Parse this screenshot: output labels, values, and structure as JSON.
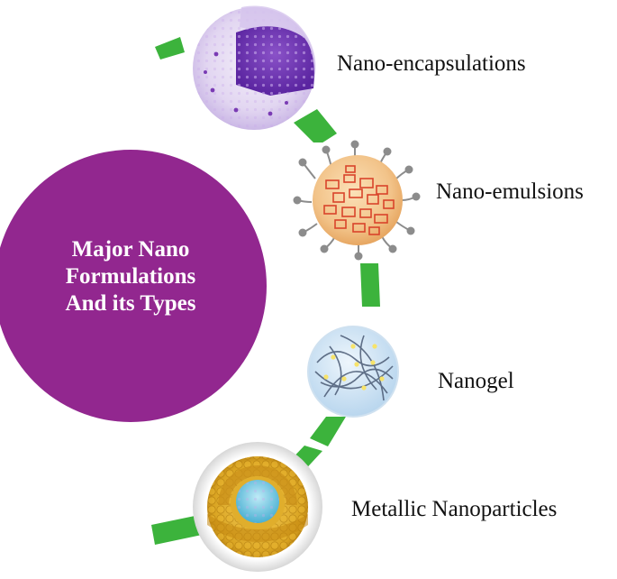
{
  "center": {
    "lines": [
      "Major Nano",
      "Formulations",
      "And its Types"
    ],
    "color": "#92278f"
  },
  "types": [
    {
      "label": "Nano-encapsulations",
      "icon": "lipid-nanoparticle-icon"
    },
    {
      "label": "Nano-emulsions",
      "icon": "emulsion-droplet-icon"
    },
    {
      "label": "Nanogel",
      "icon": "nanogel-network-icon"
    },
    {
      "label": "Metallic Nanoparticles",
      "icon": "liposome-cross-section-icon"
    }
  ],
  "connector_color": "#3cb33c"
}
